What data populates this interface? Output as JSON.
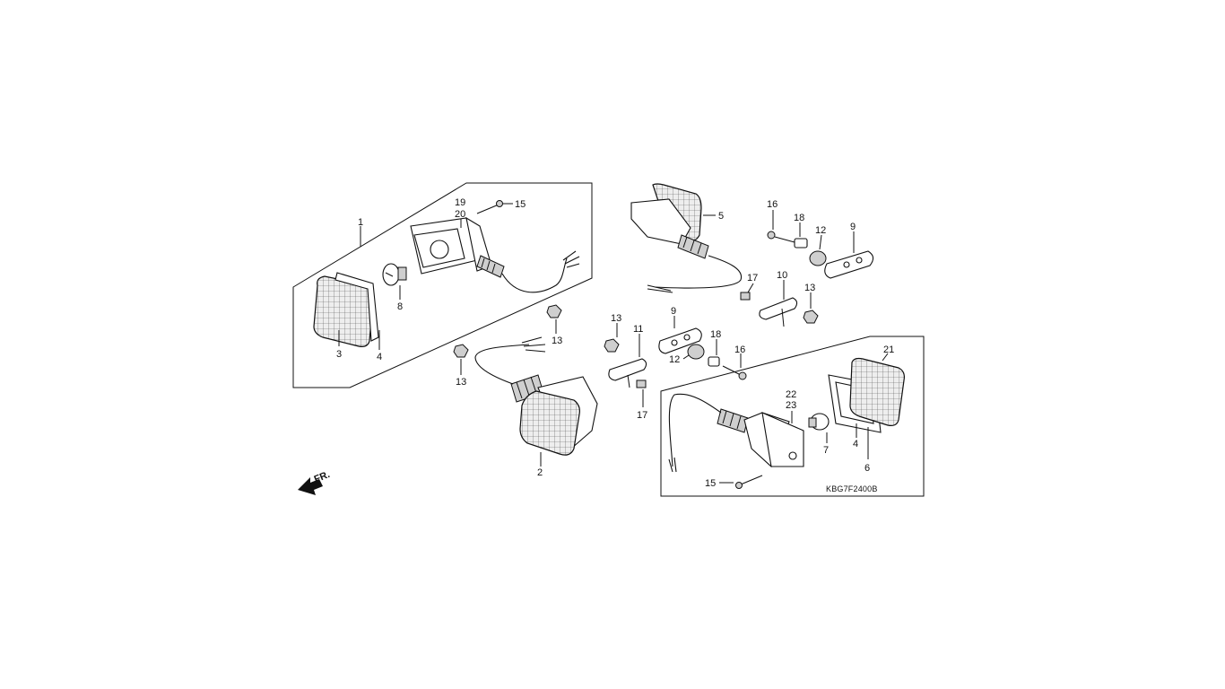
{
  "diagram": {
    "code": "KBG7F2400B",
    "direction_label": "FR.",
    "callouts": {
      "c1": "1",
      "c2": "2",
      "c3": "3",
      "c4a": "4",
      "c4b": "4",
      "c5": "5",
      "c6": "6",
      "c7": "7",
      "c8": "8",
      "c9a": "9",
      "c9b": "9",
      "c10": "10",
      "c11": "11",
      "c12a": "12",
      "c12b": "12",
      "c13a": "13",
      "c13b": "13",
      "c13c": "13",
      "c13d": "13",
      "c15a": "15",
      "c15b": "15",
      "c16a": "16",
      "c16b": "16",
      "c17a": "17",
      "c17b": "17",
      "c18a": "18",
      "c18b": "18",
      "c19": "19",
      "c20": "20",
      "c21": "21",
      "c22": "22",
      "c23": "23"
    }
  }
}
